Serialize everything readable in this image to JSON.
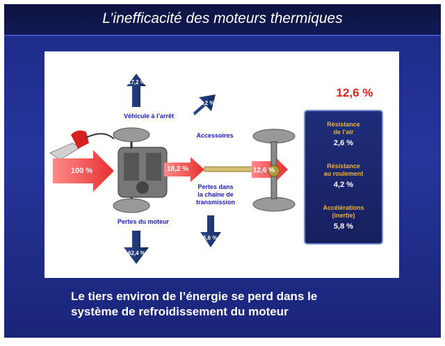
{
  "title": "L’inefficacité des moteurs thermiques",
  "diagram": {
    "input_pct": "100 %",
    "engine_out_pct": "18,2 %",
    "wheels_pct": "12,6 %",
    "idle_pct": "17,2 %",
    "accessories_pct": "2,2 %",
    "engine_losses_pct": "62,4 %",
    "transmission_losses_pct": "5,6 %",
    "labels": {
      "idle": "Véhicule à l’arrêt",
      "accessories": "Accessoires",
      "engine_losses": "Pertes du moteur",
      "transmission_losses_l1": "Pertes dans",
      "transmission_losses_l2": "la chaîne de",
      "transmission_losses_l3": "transmission"
    }
  },
  "summary": {
    "total": "12,6 %",
    "items": [
      {
        "label_l1": "Résistance",
        "label_l2": "de l’air",
        "value": "2,6 %"
      },
      {
        "label_l1": "Résistance",
        "label_l2": "au roulement",
        "value": "4,2 %"
      },
      {
        "label_l1": "Accélérations",
        "label_l2": "(inertie)",
        "value": "5,8 %"
      }
    ]
  },
  "footer": {
    "line1": "Le tiers environ de l’énergie se perd dans le",
    "line2": "système de refroidissement du moteur"
  },
  "colors": {
    "arrow_red": "#f04848",
    "arrow_blue": "#1e3a78",
    "label_blue": "#1a1ac8",
    "total_red": "#e02020",
    "box_label": "#f0b030"
  }
}
